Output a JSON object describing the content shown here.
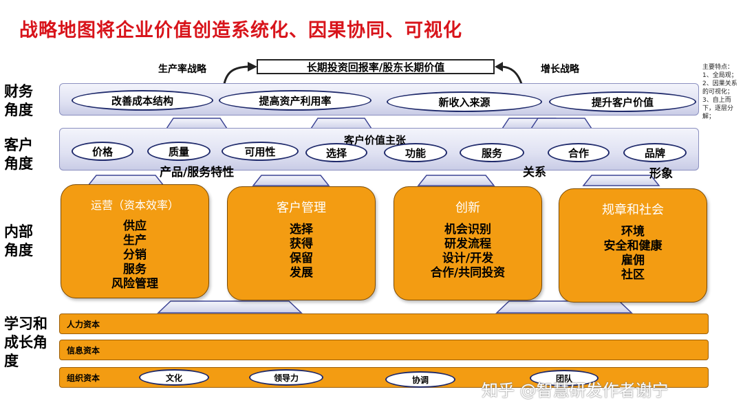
{
  "title": "战略地图将企业价值创造系统化、因果协同、可视化",
  "row_labels": {
    "financial": [
      "财务",
      "角度"
    ],
    "customer": [
      "客户",
      "角度"
    ],
    "internal": [
      "内部",
      "角度"
    ],
    "learning": [
      "学习和",
      "成长角",
      "度"
    ]
  },
  "financial": {
    "goal": "长期投资回报率/股东长期价值",
    "left_strategy": "生产率战略",
    "right_strategy": "增长战略",
    "items": [
      "改善成本结构",
      "提高资产利用率",
      "新收入来源",
      "提升客户价值"
    ]
  },
  "customer": {
    "header": "客户价值主张",
    "items": [
      "价格",
      "质量",
      "可用性",
      "选择",
      "功能",
      "服务",
      "合作",
      "品牌"
    ],
    "group_labels": [
      "产品/服务特性",
      "关系",
      "形象"
    ]
  },
  "internal": {
    "boxes": [
      {
        "title": "运营（资本效率）",
        "items": [
          "供应",
          "生产",
          "分销",
          "服务",
          "风险管理"
        ]
      },
      {
        "title": "客户管理",
        "items": [
          "选择",
          "获得",
          "保留",
          "发展"
        ]
      },
      {
        "title": "创新",
        "items": [
          "机会识别",
          "研发流程",
          "设计/开发",
          "合作/共同投资"
        ]
      },
      {
        "title": "规章和社会",
        "items": [
          "环境",
          "安全和健康",
          "雇佣",
          "社区"
        ]
      }
    ]
  },
  "learning": {
    "bars": [
      "人力资本",
      "信息资本",
      "组织资本"
    ],
    "culture_items": [
      "文化",
      "领导力",
      "协调",
      "团队"
    ]
  },
  "side_notes": [
    "主要特点：",
    "1、全局观；",
    "2、因果关系的可视化；",
    "3、自上而下，逐层分解；"
  ],
  "watermark": "知乎 @智慧研发作者谢宁",
  "colors": {
    "title": "#d8141b",
    "internal_box": "#f39c12",
    "band": "#dfe1f2",
    "oval_border": "#1f2a6b"
  }
}
